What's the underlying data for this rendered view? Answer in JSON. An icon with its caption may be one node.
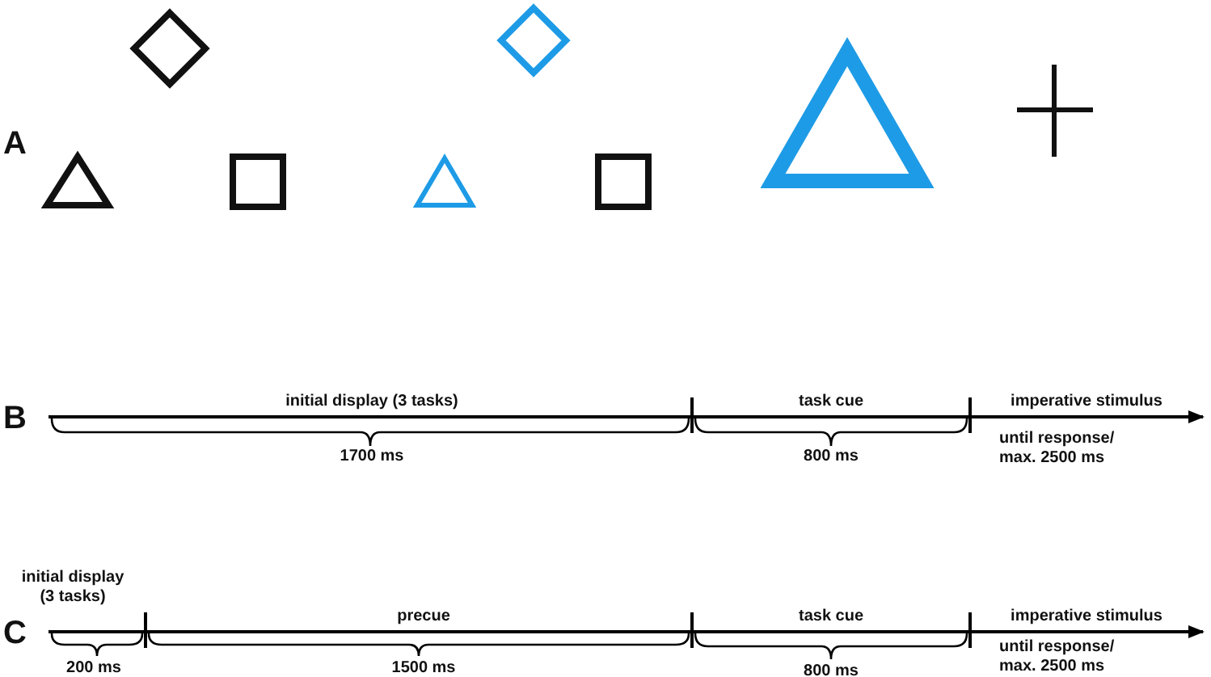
{
  "diagram": {
    "labels": [
      "A",
      "B",
      "initial display (3 tasks)",
      "task cue",
      "imperative stimulus",
      "1700 ms",
      "800 ms",
      "until response/ max. 2500 ms",
      "C",
      "initial display (3 tasks)",
      "precue",
      "task cue",
      "imperative stimulus",
      "200 ms",
      "1500 ms",
      "800 ms",
      "until response/ max. 2500 ms"
    ]
  }
}
